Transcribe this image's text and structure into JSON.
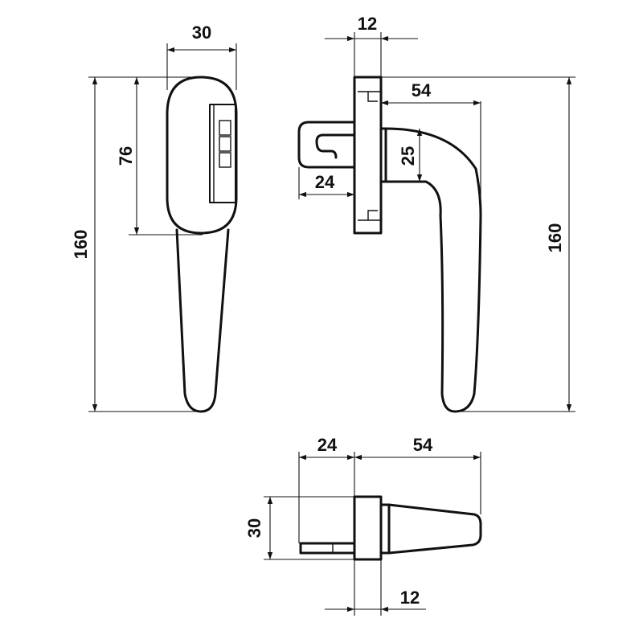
{
  "drawing": {
    "front_view": {
      "width_label": "30",
      "rose_height_label": "76",
      "total_height_label": "160"
    },
    "side_view": {
      "base_width_label": "12",
      "projection_label": "54",
      "spindle_height_label": "25",
      "spindle_length_label": "24",
      "total_height_label": "160"
    },
    "top_view": {
      "spindle_length_label": "24",
      "projection_label": "54",
      "width_label": "30",
      "base_width_label": "12"
    }
  }
}
